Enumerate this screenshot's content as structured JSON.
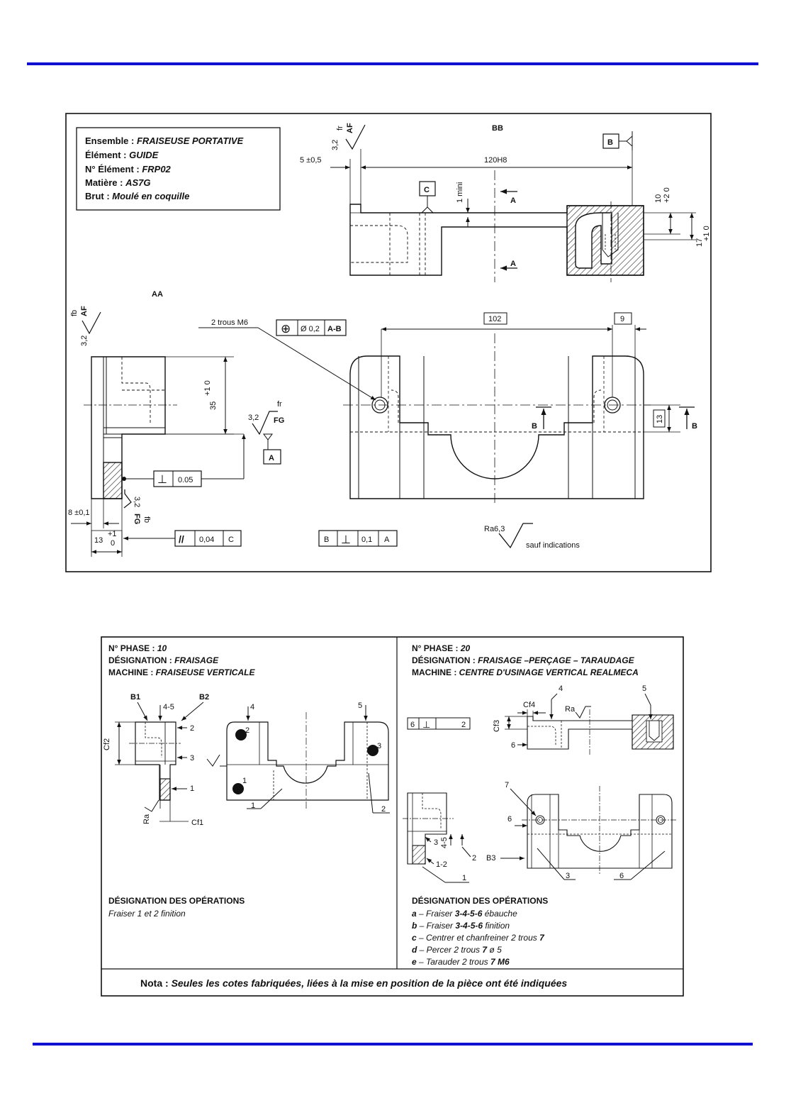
{
  "colors": {
    "rule": "#1010d0",
    "ink": "#111111",
    "hatch": "#222222",
    "paper": "#ffffff"
  },
  "drawing": {
    "title_block": {
      "ensemble_label": "Ensemble : ",
      "ensemble_value": "FRAISEUSE PORTATIVE",
      "element_label": "Élément : ",
      "element_value": "GUIDE",
      "numero_label": "N° Élément : ",
      "numero_value": "FRP02",
      "matiere_label": "Matière : ",
      "matiere_value": "AS7G",
      "brut_label": "Brut : ",
      "brut_value": "Moulé en coquille"
    },
    "view_bb": "BB",
    "view_aa": "AA",
    "dims": {
      "d5": "5 ±0,5",
      "d120": "120H8",
      "d1mini": "1 mini",
      "d10": "10",
      "d10tol": "+2  0",
      "d17": "17",
      "d17tol": "+1  0",
      "d102": "102",
      "d9": "9",
      "d13v": "13",
      "d35": "35",
      "d35tol": "+1  0",
      "d8": "8 ±0,1",
      "d13": "13",
      "d13tol_up": "+1",
      "d13tol_dn": "0"
    },
    "datums": {
      "A": "A",
      "B": "B",
      "C": "C"
    },
    "section_arrows": {
      "A": "A",
      "B": "B"
    },
    "holes_label": "2 trous M6",
    "tolerances": {
      "position": {
        "symbol": "⊕",
        "value": "Ø 0,2",
        "ref": "A-B"
      },
      "perp1": {
        "symbol": "⊥",
        "value": "0.05"
      },
      "parallel": {
        "symbol": "//",
        "value": "0,04",
        "ref": "C"
      },
      "perp2": {
        "lead": "B",
        "symbol": "⊥",
        "value": "0,1",
        "ref": "A"
      }
    },
    "roughness": {
      "r1": "3,2",
      "r1_tag": "fr",
      "r1_proc": "AF",
      "r2": "3,2",
      "r2_tag": "fb",
      "r2_proc": "AF",
      "r3": "3,2",
      "r3_tag": "fr",
      "r3_proc": "FG",
      "r4": "3,2",
      "r4_tag": "fb",
      "r4_proc": "FG",
      "general": "Ra6,3",
      "general_note": "sauf indications"
    }
  },
  "phases": {
    "p10": {
      "num_label": "N° PHASE : ",
      "num_value": "10",
      "des_label": "DÉSIGNATION : ",
      "des_value": "FRAISAGE",
      "mach_label": "MACHINE : ",
      "mach_value": "FRAISEUSE VERTICALE",
      "labels": {
        "B1": "B1",
        "B2": "B2",
        "s45": "4-5",
        "Cf2": "Cf2",
        "n2": "2",
        "n3": "3",
        "n1": "1",
        "Ra": "Ra",
        "Cf1": "Cf1",
        "n4": "4",
        "n5": "5",
        "m2": "2",
        "m3": "3",
        "m1": "1",
        "c1": "1",
        "c2": "2"
      },
      "ops_title": "DÉSIGNATION DES OPÉRATIONS",
      "ops": [
        "Fraiser 1 et 2 finition"
      ]
    },
    "p20": {
      "num_label": "N° PHASE : ",
      "num_value": "20",
      "des_label": "DÉSIGNATION : ",
      "des_value": "FRAISAGE –PERÇAGE – TARAUDAGE",
      "mach_label": "MACHINE : ",
      "mach_value": "CENTRE D'USINAGE VERTICAL REALMECA",
      "tol": {
        "ref": "6",
        "symbol": "⊥",
        "value": "2"
      },
      "labels": {
        "Cf4": "Cf4",
        "n4": "4",
        "Ra": "Ra",
        "n5": "5",
        "Cf3": "Cf3",
        "n6": "6",
        "n7": "7",
        "m6": "6",
        "n3": "3",
        "s45": "4-5",
        "n2": "2",
        "B3": "B3",
        "s12": "1-2",
        "n1": "1",
        "c3": "3",
        "c6": "6"
      },
      "ops_title": "DÉSIGNATION DES OPÉRATIONS",
      "ops": [
        {
          "letter": "a",
          "text": " – Fraiser ",
          "bold": "3-4-5-6",
          "after": " ébauche"
        },
        {
          "letter": "b",
          "text": " – Fraiser ",
          "bold": "3-4-5-6",
          "after": " finition"
        },
        {
          "letter": "c",
          "text": " – Centrer et chanfreiner 2 trous ",
          "bold": "7",
          "after": ""
        },
        {
          "letter": "d",
          "text": " – Percer 2 trous ",
          "bold": "7",
          "after": " ø 5"
        },
        {
          "letter": "e",
          "text": " – Tarauder 2 trous ",
          "bold": "7 M6",
          "after": ""
        }
      ]
    },
    "nota_label": "Nota : ",
    "nota_text": "Seules les cotes fabriquées, liées à la mise en position de la pièce ont été indiquées"
  }
}
